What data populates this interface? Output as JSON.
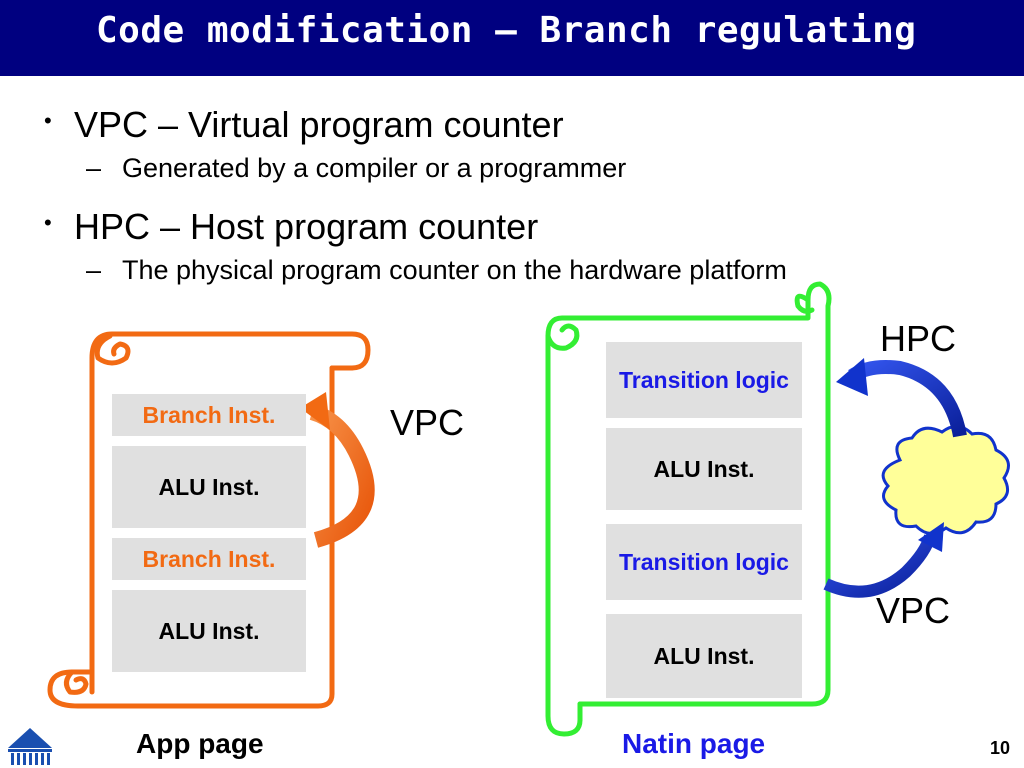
{
  "slide": {
    "title": "Code modification – Branch regulating",
    "page_number": "10",
    "logo_icon": "university-rotunda-icon"
  },
  "bullets": [
    {
      "text": "VPC – Virtual program counter",
      "subs": [
        "Generated by a compiler or a programmer"
      ]
    },
    {
      "text": "HPC – Host program counter",
      "subs": [
        "The physical program counter on the hardware platform"
      ]
    }
  ],
  "app_page": {
    "caption": "App page",
    "color": "#f26a13",
    "blocks": [
      "Branch Inst.",
      "ALU Inst.",
      "Branch Inst.",
      "ALU Inst."
    ],
    "arrow_label": "VPC"
  },
  "native_page": {
    "caption": "Natin page",
    "color": "#33ee33",
    "blocks": [
      "Transition logic",
      "ALU Inst.",
      "Transition logic",
      "ALU Inst."
    ],
    "arrow_top_label": "HPC",
    "arrow_bottom_label": "VPC"
  },
  "colors": {
    "title_bar": "#000080",
    "orange": "#f26a13",
    "green": "#33ee33",
    "blue_text": "#1a1ae6",
    "arrow_blue": "#1133cc",
    "cloud_fill": "#ffff99"
  }
}
